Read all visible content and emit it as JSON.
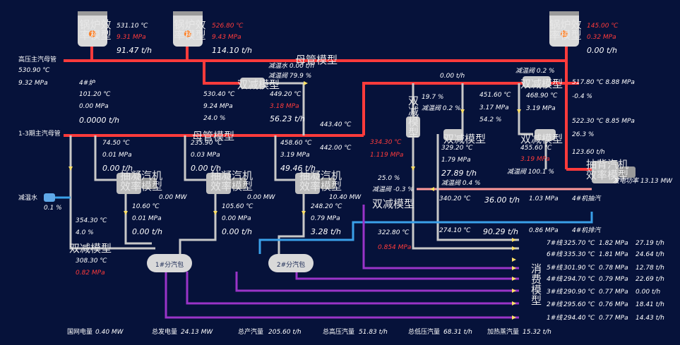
{
  "boilers": [
    {
      "label": "锅炉效率模型",
      "temp": "531.10 ℃",
      "pressure": "9.31 MPa",
      "flow": "91.47 t/h"
    },
    {
      "label": "锅炉效率模型",
      "temp": "526.80 ℃",
      "pressure": "9.43 MPa",
      "flow": "114.10 t/h"
    },
    {
      "label": "锅炉效率模型",
      "temp": "145.00 ℃",
      "pressure": "0.32 MPa",
      "flow": "0.00 t/h"
    }
  ],
  "hp_header": {
    "label": "高压主汽母管",
    "temp": "530.90 ℃",
    "pressure": "9.32 MPa"
  },
  "header_1_3": {
    "label": "1-3期主汽母管"
  },
  "muguan_labels": [
    "母管模型",
    "母管模型"
  ],
  "furnace4": {
    "label": "4#炉",
    "temp": "101.20 ℃",
    "pressure": "0.00 MPa",
    "flow": "0.0000 t/h"
  },
  "desuper_top": {
    "label": "双减模型",
    "water": "减温水 0.00 t/h",
    "valve": "减温阀 79.9 %",
    "temp": "530.40 ℃",
    "pressure": "9.24 MPa",
    "pct": "24.0 %",
    "out_temp": "449.20 ℃",
    "out_pressure": "3.18 MPa",
    "out_flow": "56.23 t/h"
  },
  "header_temps": {
    "a": "443.40 ℃",
    "b": "442.00 ℃"
  },
  "top_flow": "0.00 t/h",
  "right_block": {
    "valve1": "减温阀 0.2 %",
    "t1": "517.80 ℃ 8.88 MPa",
    "p1": "-0.4 %",
    "label": "双减模型",
    "t2": "468.90 ℃",
    "p2": "3.19 MPa",
    "t3": "522.30 ℃ 8.85 MPa",
    "p3": "26.3 %",
    "f3": "123.60 t/h"
  },
  "mid_block": {
    "pct1": "19.7 %",
    "valve": "减温阀 0.2 %",
    "temp": "451.60 ℃",
    "press": "3.17 MPa",
    "pct2": "54.2 %",
    "label": "双减模型",
    "t2": "329.20 ℃",
    "p2": "1.79 MPa",
    "f2": "27.89 t/h",
    "valve2": "减温阀 0.4 %",
    "vlabel": "双减模型"
  },
  "right_lower": {
    "t": "455.60 ℃",
    "p": "3.19 MPa",
    "valve": "减温阀 100.1 %",
    "label": "双减模型"
  },
  "red_mid": {
    "t": "334.30 ℃",
    "p": "1.119 MPa"
  },
  "valve_side": {
    "pct": "25.0 %",
    "valve": "减温阀 -0.3 %",
    "label": "双减模型",
    "t": "322.80 ℃",
    "p": "0.854 MPa"
  },
  "turbine_back": {
    "label": "抽背汽机效率模型",
    "power": "发电功率 13.13 MW"
  },
  "extract4": {
    "t": "340.20 ℃",
    "f": "36.00 t/h",
    "p": "1.03 MPa",
    "label": "4#机抽汽"
  },
  "exhaust4": {
    "t": "274.10 ℃",
    "f": "90.29 t/h",
    "p": "0.86 MPa",
    "label": "4#机排汽"
  },
  "turbines": [
    {
      "label": "抽凝汽机效率模型",
      "in_t": "74.50 ℃",
      "in_p": "0.01 MPa",
      "in_f": "0.00 t/h",
      "mw": "0.00 MW",
      "out_t": "10.60 ℃",
      "out_p": "0.01 MPa",
      "out_f": "0.00 t/h"
    },
    {
      "label": "抽凝汽机效率模型",
      "in_t": "235.90 ℃",
      "in_p": "0.03 MPa",
      "in_f": "0.00 t/h",
      "mw": "0.00 MW",
      "out_t": "105.60 ℃",
      "out_p": "0.00 MPa",
      "out_f": "0.00 t/h"
    },
    {
      "label": "抽凝汽机效率模型",
      "in_t": "458.60 ℃",
      "in_p": "3.19 MPa",
      "in_f": "49.46 t/h",
      "mw": "10.40 MW",
      "out_t": "248.20 ℃",
      "out_p": "0.79 MPa",
      "out_f": "3.28 t/h"
    }
  ],
  "left_water": {
    "label": "减温水",
    "pct": "0.1 %"
  },
  "left_block": {
    "t": "354.30 ℃",
    "pct": "4.0 %",
    "label": "双减模型",
    "t2": "308.30 ℃",
    "p2": "0.82 MPa"
  },
  "drums": [
    "1#分汽包",
    "2#分汽包"
  ],
  "consumption_label": "消费模型",
  "lines": [
    {
      "name": "7#线",
      "t": "325.70 ℃",
      "p": "1.82 MPa",
      "f": "27.19 t/h"
    },
    {
      "name": "6#线",
      "t": "335.30 ℃",
      "p": "1.81 MPa",
      "f": "24.64 t/h"
    },
    {
      "name": "5#线",
      "t": "301.90 ℃",
      "p": "0.78 MPa",
      "f": "12.78 t/h"
    },
    {
      "name": "4#线",
      "t": "294.70 ℃",
      "p": "0.79 MPa",
      "f": "22.69 t/h"
    },
    {
      "name": "3#线",
      "t": "290.90 ℃",
      "p": "0.77 MPa",
      "f": "0.00 t/h"
    },
    {
      "name": "2#线",
      "t": "295.60 ℃",
      "p": "0.76 MPa",
      "f": "18.41 t/h"
    },
    {
      "name": "1#线",
      "t": "294.40 ℃",
      "p": "0.77 MPa",
      "f": "14.43 t/h"
    }
  ],
  "footer": [
    {
      "label": "国网电量",
      "value": "0.40 MW"
    },
    {
      "label": "总发电量",
      "value": "24.13 MW"
    },
    {
      "label": "总产汽量",
      "value": "205.60 t/h"
    },
    {
      "label": "总高压汽量",
      "value": "51.83 t/h"
    },
    {
      "label": "总低压汽量",
      "value": "68.31 t/h"
    },
    {
      "label": "加热蒸汽量",
      "value": "15.32 t/h"
    }
  ],
  "colors": {
    "bg": "#06123a",
    "hp": "#ff3b3b",
    "pink": "#ff9a9a",
    "grey": "#c8c8c8",
    "blue": "#3aa0e8",
    "purple": "#9a34c8",
    "red_text": "#ff3b3b"
  }
}
